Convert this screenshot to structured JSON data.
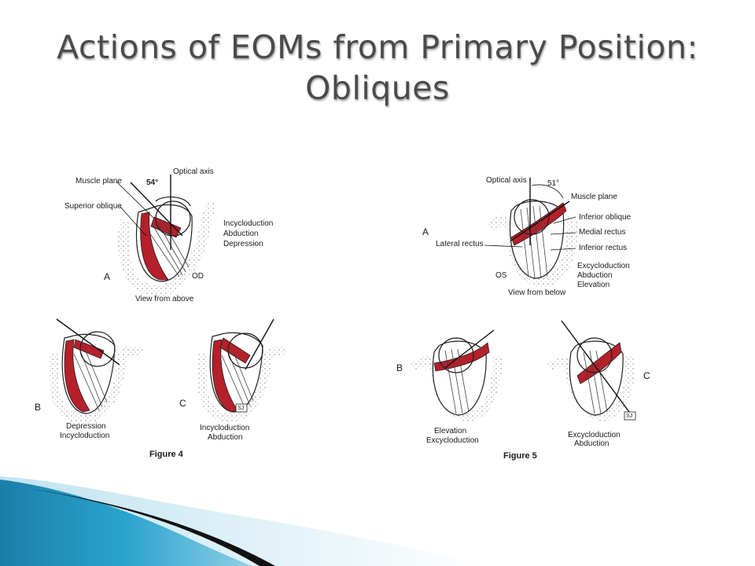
{
  "slide": {
    "title_line1": "Actions of EOMs from Primary Position:",
    "title_line2": "Obliques"
  },
  "figure4": {
    "caption": "Figure 4",
    "panelA": {
      "letter": "A",
      "angle": "54°",
      "optical_axis": "Optical axis",
      "muscle_plane": "Muscle plane",
      "muscle": "Superior oblique",
      "actions": [
        "Incycloduction",
        "Abduction",
        "Depression"
      ],
      "eye": "OD",
      "view": "View from above"
    },
    "panelB": {
      "letter": "B",
      "actions": [
        "Depression",
        "Incycloduction"
      ]
    },
    "panelC": {
      "letter": "C",
      "actions": [
        "Incycloduction",
        "Abduction"
      ],
      "stamp": "SJ"
    }
  },
  "figure5": {
    "caption": "Figure 5",
    "panelA": {
      "letter": "A",
      "optical_axis": "Optical axis",
      "angle": "51°",
      "muscle_plane": "Muscle plane",
      "labels": [
        "Inferior oblique",
        "Medial rectus",
        "Lateral rectus",
        "Inferior rectus"
      ],
      "actions": [
        "Excycloduction",
        "Abduction",
        "Elevation"
      ],
      "eye": "OS",
      "view": "View from below"
    },
    "panelB": {
      "letter": "B",
      "actions": [
        "Elevation",
        "Excycloduction"
      ]
    },
    "panelC": {
      "letter": "C",
      "actions": [
        "Excycloduction",
        "Abduction"
      ],
      "stamp": "SJ"
    }
  },
  "colors": {
    "muscle": "#b5202a",
    "title": "#4a4a4a",
    "accent_blue": "#1f8fb8",
    "accent_light": "#7fc4dc"
  }
}
